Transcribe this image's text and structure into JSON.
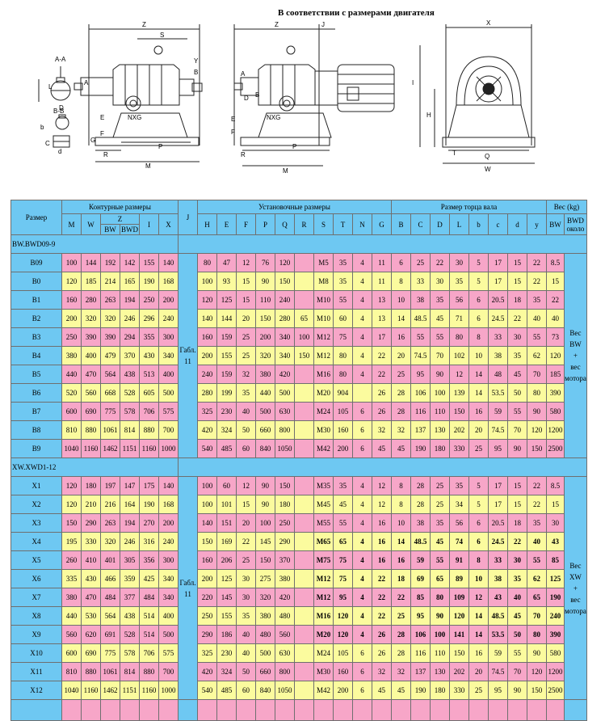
{
  "drawing": {
    "title": "В соответствии с размерами двигателя",
    "labels": {
      "aa": "A-A",
      "bb": "B-B",
      "z1": "Z",
      "z2": "Z",
      "s": "S",
      "j": "J",
      "x": "X",
      "a1": "A",
      "a2": "A",
      "b1": "B",
      "b2": "B",
      "y": "Y",
      "d1": "D",
      "d2": "D",
      "nxg1": "NXG",
      "nxg2": "NXG",
      "f1": "F",
      "f2": "F",
      "e1": "E",
      "e2": "E",
      "g1": "G",
      "r1": "R",
      "r2": "R",
      "p1": "P",
      "p2": "P",
      "m1": "M",
      "m2": "M",
      "h": "H",
      "i": "I",
      "q": "Q",
      "w": "W",
      "t": "T",
      "c": "C",
      "dd": "d",
      "b": "b",
      "l": "L"
    }
  },
  "table": {
    "header": {
      "model": "Размер",
      "contour": "Контурные размеры",
      "install": "Установочные размеры",
      "shaft": "Размер торца вала",
      "weight": "Вес (kg)",
      "z": "Z",
      "bw": "BW",
      "bwd": "BWD",
      "bwd_approx": "BWD около",
      "cols": {
        "M": "M",
        "W": "W",
        "I": "I",
        "X": "X",
        "J": "J",
        "H": "H",
        "E": "E",
        "F": "F",
        "P": "P",
        "Q": "Q",
        "R": "R",
        "S": "S",
        "T": "T",
        "N": "N",
        "G": "G",
        "B": "B",
        "C": "C",
        "D": "D",
        "L": "L",
        "b": "b",
        "c": "c",
        "d": "d",
        "y": "y"
      }
    },
    "sections": [
      {
        "label": "BW.BWD09-9",
        "j_note": "Габл. 11",
        "side_note": [
          "Вес",
          "BW",
          "+",
          "вес",
          "мотора"
        ],
        "rows": [
          {
            "name": "B09",
            "v": [
              "100",
              "144",
              "192",
              "142",
              "155",
              "140",
              "80",
              "47",
              "12",
              "76",
              "120",
              "",
              "M5",
              "35",
              "4",
              "11",
              "6",
              "25",
              "22",
              "30",
              "5",
              "17",
              "15",
              "22",
              "8.5"
            ]
          },
          {
            "name": "B0",
            "v": [
              "120",
              "185",
              "214",
              "165",
              "190",
              "168",
              "100",
              "93",
              "15",
              "90",
              "150",
              "",
              "M8",
              "35",
              "4",
              "11",
              "8",
              "33",
              "30",
              "35",
              "5",
              "17",
              "15",
              "22",
              "15"
            ]
          },
          {
            "name": "B1",
            "v": [
              "160",
              "280",
              "263",
              "194",
              "250",
              "200",
              "120",
              "125",
              "15",
              "110",
              "240",
              "",
              "M10",
              "55",
              "4",
              "13",
              "10",
              "38",
              "35",
              "56",
              "6",
              "20.5",
              "18",
              "35",
              "22"
            ]
          },
          {
            "name": "B2",
            "v": [
              "200",
              "320",
              "320",
              "246",
              "296",
              "240",
              "140",
              "144",
              "20",
              "150",
              "280",
              "65",
              "M10",
              "60",
              "4",
              "13",
              "14",
              "48.5",
              "45",
              "71",
              "6",
              "24.5",
              "22",
              "40",
              "40"
            ]
          },
          {
            "name": "B3",
            "v": [
              "250",
              "390",
              "390",
              "294",
              "355",
              "300",
              "160",
              "159",
              "25",
              "200",
              "340",
              "100",
              "M12",
              "75",
              "4",
              "17",
              "16",
              "55",
              "55",
              "80",
              "8",
              "33",
              "30",
              "55",
              "73"
            ]
          },
          {
            "name": "B4",
            "v": [
              "380",
              "400",
              "479",
              "370",
              "430",
              "340",
              "200",
              "155",
              "25",
              "320",
              "340",
              "150",
              "M12",
              "80",
              "4",
              "22",
              "20",
              "74.5",
              "70",
              "102",
              "10",
              "38",
              "35",
              "62",
              "120"
            ]
          },
          {
            "name": "B5",
            "v": [
              "440",
              "470",
              "564",
              "438",
              "513",
              "400",
              "240",
              "159",
              "32",
              "380",
              "420",
              "",
              "M16",
              "80",
              "4",
              "22",
              "25",
              "95",
              "90",
              "12",
              "14",
              "48",
              "45",
              "70",
              "185"
            ]
          },
          {
            "name": "B6",
            "v": [
              "520",
              "560",
              "668",
              "528",
              "605",
              "500",
              "280",
              "199",
              "35",
              "440",
              "500",
              "",
              "M20",
              "904",
              "",
              "26",
              "28",
              "106",
              "100",
              "139",
              "14",
              "53.5",
              "50",
              "80",
              "390"
            ]
          },
          {
            "name": "B7",
            "v": [
              "600",
              "690",
              "775",
              "578",
              "706",
              "575",
              "325",
              "230",
              "40",
              "500",
              "630",
              "",
              "M24",
              "105",
              "6",
              "26",
              "28",
              "116",
              "110",
              "150",
              "16",
              "59",
              "55",
              "90",
              "580"
            ]
          },
          {
            "name": "B8",
            "v": [
              "810",
              "880",
              "1061",
              "814",
              "880",
              "700",
              "420",
              "324",
              "50",
              "660",
              "800",
              "",
              "M30",
              "160",
              "6",
              "32",
              "32",
              "137",
              "130",
              "202",
              "20",
              "74.5",
              "70",
              "120",
              "1200"
            ]
          },
          {
            "name": "B9",
            "v": [
              "1040",
              "1160",
              "1462",
              "1151",
              "1160",
              "1000",
              "540",
              "485",
              "60",
              "840",
              "1050",
              "",
              "M42",
              "200",
              "6",
              "45",
              "45",
              "190",
              "180",
              "330",
              "25",
              "95",
              "90",
              "150",
              "2500"
            ]
          }
        ]
      },
      {
        "label": "XW.XWD1-12",
        "j_note": "Габл. 11",
        "side_note": [
          "Вес",
          "XW",
          "+",
          "вес",
          "мотора"
        ],
        "rows": [
          {
            "name": "X1",
            "v": [
              "120",
              "180",
              "197",
              "147",
              "175",
              "140",
              "100",
              "60",
              "12",
              "90",
              "150",
              "",
              "M35",
              "35",
              "4",
              "12",
              "8",
              "28",
              "25",
              "35",
              "5",
              "17",
              "15",
              "22",
              "8.5"
            ]
          },
          {
            "name": "X2",
            "v": [
              "120",
              "210",
              "216",
              "164",
              "190",
              "168",
              "100",
              "101",
              "15",
              "90",
              "180",
              "",
              "M45",
              "45",
              "4",
              "12",
              "8",
              "28",
              "25",
              "34",
              "5",
              "17",
              "15",
              "22",
              "15"
            ]
          },
          {
            "name": "X3",
            "v": [
              "150",
              "290",
              "263",
              "194",
              "270",
              "200",
              "140",
              "151",
              "20",
              "100",
              "250",
              "",
              "M55",
              "55",
              "4",
              "16",
              "10",
              "38",
              "35",
              "56",
              "6",
              "20.5",
              "18",
              "35",
              "30"
            ]
          },
          {
            "name": "X4",
            "v": [
              "195",
              "330",
              "320",
              "246",
              "316",
              "240",
              "150",
              "169",
              "22",
              "145",
              "290",
              "",
              "M65",
              "65",
              "4",
              "16",
              "14",
              "48.5",
              "45",
              "74",
              "6",
              "24.5",
              "22",
              "40",
              "43"
            ]
          },
          {
            "name": "X5",
            "v": [
              "260",
              "410",
              "401",
              "305",
              "356",
              "300",
              "160",
              "206",
              "25",
              "150",
              "370",
              "",
              "M75",
              "75",
              "4",
              "16",
              "16",
              "59",
              "55",
              "91",
              "8",
              "33",
              "30",
              "55",
              "85"
            ]
          },
          {
            "name": "X6",
            "v": [
              "335",
              "430",
              "466",
              "359",
              "425",
              "340",
              "200",
              "125",
              "30",
              "275",
              "380",
              "",
              "M12",
              "75",
              "4",
              "22",
              "18",
              "69",
              "65",
              "89",
              "10",
              "38",
              "35",
              "62",
              "125"
            ]
          },
          {
            "name": "X7",
            "v": [
              "380",
              "470",
              "484",
              "377",
              "484",
              "340",
              "220",
              "145",
              "30",
              "320",
              "420",
              "",
              "M12",
              "95",
              "4",
              "22",
              "22",
              "85",
              "80",
              "109",
              "12",
              "43",
              "40",
              "65",
              "190"
            ]
          },
          {
            "name": "X8",
            "v": [
              "440",
              "530",
              "564",
              "438",
              "514",
              "400",
              "250",
              "155",
              "35",
              "380",
              "480",
              "",
              "M16",
              "120",
              "4",
              "22",
              "25",
              "95",
              "90",
              "120",
              "14",
              "48.5",
              "45",
              "70",
              "240"
            ]
          },
          {
            "name": "X9",
            "v": [
              "560",
              "620",
              "691",
              "528",
              "514",
              "500",
              "290",
              "186",
              "40",
              "480",
              "560",
              "",
              "M20",
              "120",
              "4",
              "26",
              "28",
              "106",
              "100",
              "141",
              "14",
              "53.5",
              "50",
              "80",
              "390"
            ]
          },
          {
            "name": "X10",
            "v": [
              "600",
              "690",
              "775",
              "578",
              "706",
              "575",
              "325",
              "230",
              "40",
              "500",
              "630",
              "",
              "M24",
              "105",
              "6",
              "26",
              "28",
              "116",
              "110",
              "150",
              "16",
              "59",
              "55",
              "90",
              "580"
            ]
          },
          {
            "name": "X11",
            "v": [
              "810",
              "880",
              "1061",
              "814",
              "880",
              "700",
              "420",
              "324",
              "50",
              "660",
              "800",
              "",
              "M30",
              "160",
              "6",
              "32",
              "32",
              "137",
              "130",
              "202",
              "20",
              "74.5",
              "70",
              "120",
              "1200"
            ]
          },
          {
            "name": "X12",
            "v": [
              "1040",
              "1160",
              "1462",
              "1151",
              "1160",
              "1000",
              "540",
              "485",
              "60",
              "840",
              "1050",
              "",
              "M42",
              "200",
              "6",
              "45",
              "45",
              "190",
              "180",
              "330",
              "25",
              "95",
              "90",
              "150",
              "2500"
            ]
          }
        ]
      }
    ]
  },
  "colors": {
    "header_blue": "#6ec8f2",
    "row_pink": "#f7a6c8",
    "row_yellow": "#fbfb9e"
  }
}
